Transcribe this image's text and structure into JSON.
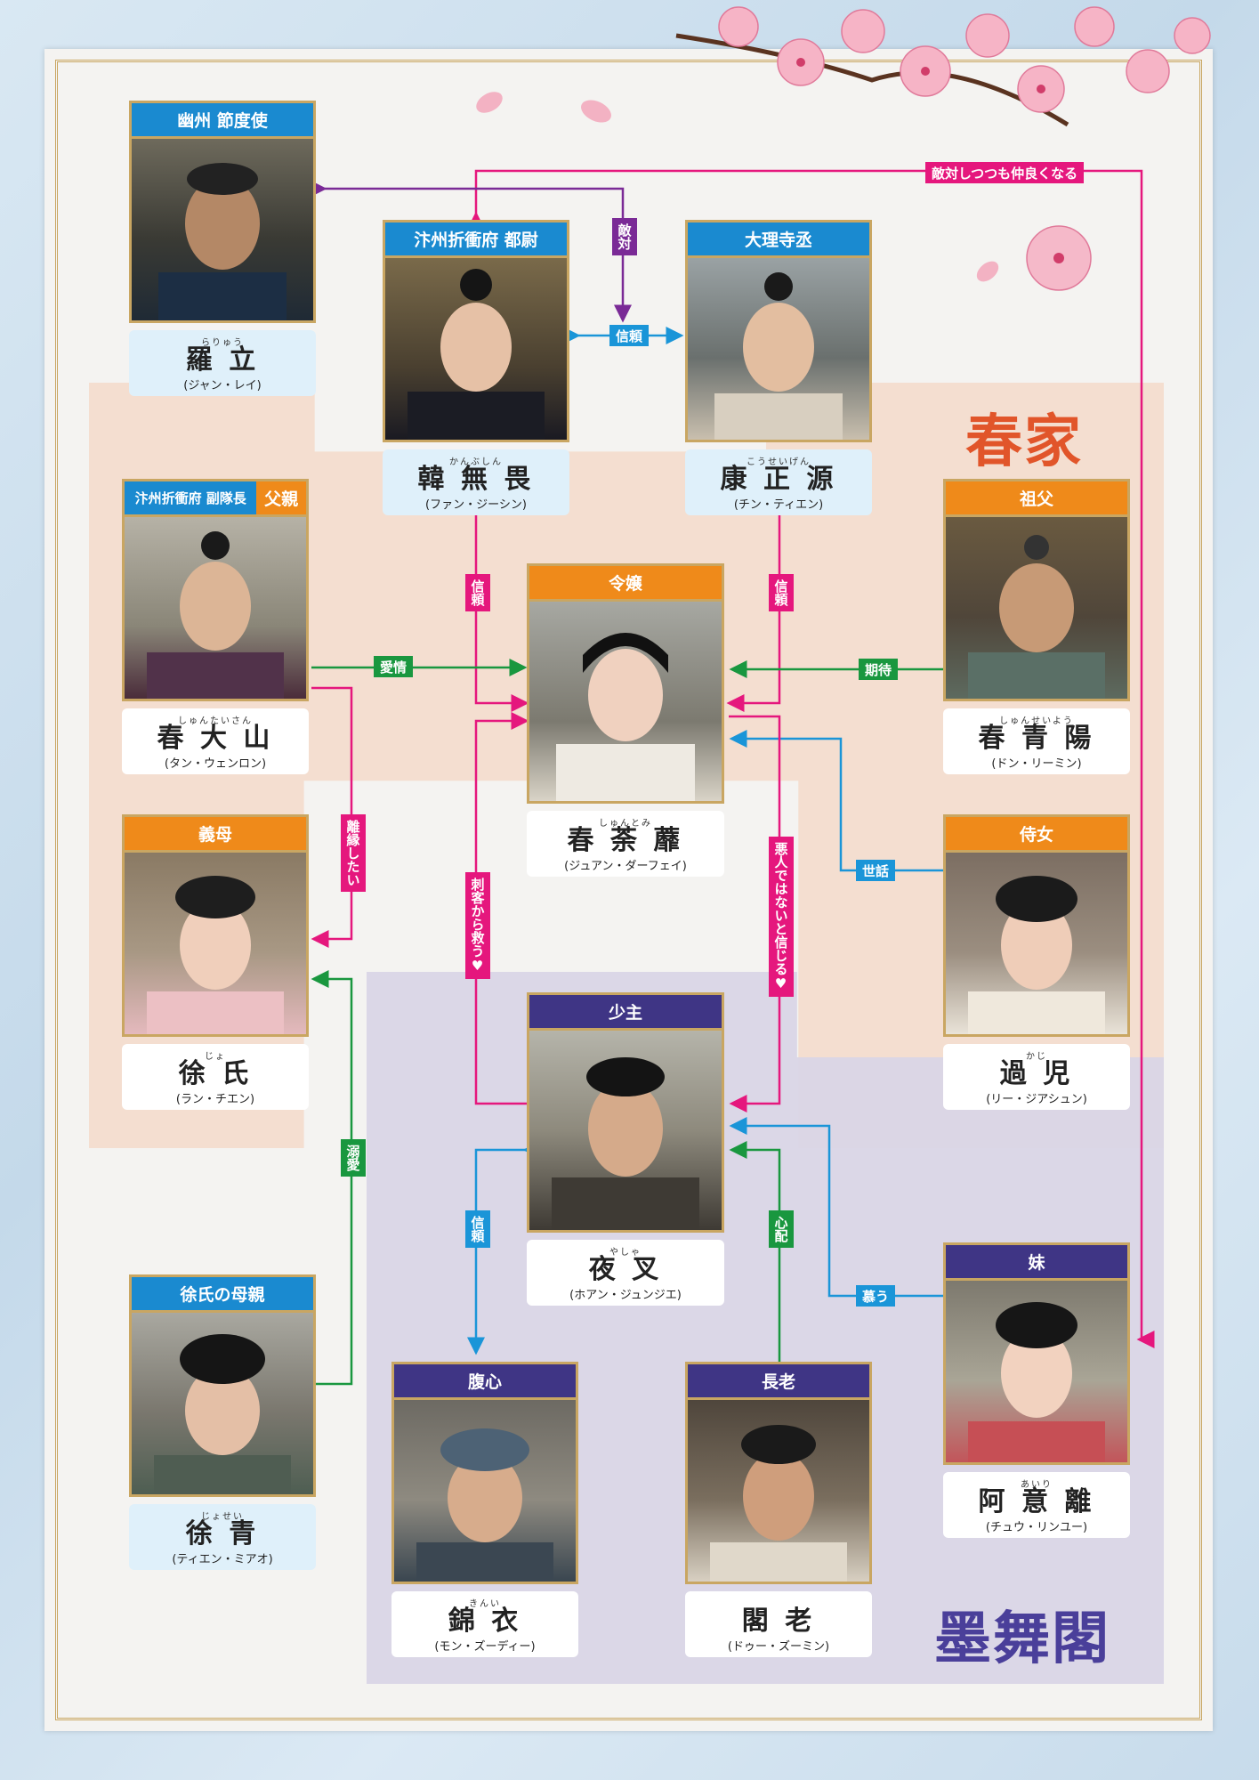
{
  "groups": {
    "haru": "春家",
    "sumi": "墨舞閣"
  },
  "colors": {
    "pink": "#e5177d",
    "green": "#19973f",
    "blue": "#1a95d8",
    "purple": "#7a2a96",
    "orange": "#ef8a1a",
    "navy": "#3f3585"
  },
  "characters": {
    "rakuritsu": {
      "role": "幽州 節度使",
      "ruby": "らりゅう",
      "name": "羅 立",
      "actor": "(ジャン・レイ)"
    },
    "kanbushin": {
      "role": "汴州折衝府 都尉",
      "ruby": "かんぶしん",
      "name": "韓 無 畏",
      "actor": "(ファン・ジーシン)"
    },
    "koseigen": {
      "role": "大理寺丞",
      "ruby": "こうせいげん",
      "name": "康 正 源",
      "actor": "(チン・ティエン)"
    },
    "shundaisan": {
      "role_a": "汴州折衝府 副隊長",
      "role_b": "父親",
      "ruby": "しゅんたいさん",
      "name": "春 大 山",
      "actor": "(タン・ウェンロン)"
    },
    "shuntomi": {
      "role": "令嬢",
      "ruby": "しゅんとみ",
      "name": "春 荼 蘼",
      "actor": "(ジュアン・ダーフェイ)"
    },
    "shunseiyo": {
      "role": "祖父",
      "ruby": "しゅんせいよう",
      "name": "春 青 陽",
      "actor": "(ドン・リーミン)"
    },
    "joshi": {
      "role": "義母",
      "ruby": "じょ",
      "name": "徐 氏",
      "actor": "(ラン・チエン)"
    },
    "kaji": {
      "role": "侍女",
      "ruby": "かじ",
      "name": "過 児",
      "actor": "(リー・ジアシュン)"
    },
    "yasha": {
      "role": "少主",
      "ruby": "やしゃ",
      "name": "夜 叉",
      "actor": "(ホアン・ジュンジエ)"
    },
    "josei": {
      "role": "徐氏の母親",
      "ruby": "じょせい",
      "name": "徐 青",
      "actor": "(ティエン・ミアオ)"
    },
    "airi": {
      "role": "妹",
      "ruby": "あいり",
      "name": "阿 意 離",
      "actor": "(チュウ・リンユー)"
    },
    "kinie": {
      "role": "腹心",
      "ruby": "きんい",
      "name": "錦 衣",
      "actor": "(モン・ズーディー)"
    },
    "kakuro": {
      "role": "長老",
      "ruby": "",
      "name": "閣 老",
      "actor": "(ドゥー・ズーミン)"
    }
  },
  "relations": {
    "tekitai_nakayoku": "敵対しつつも仲良くなる",
    "tekitai": "敵対",
    "shinrai_top": "信頼",
    "shinrai_left": "信頼",
    "shinrai_right": "信頼",
    "aijo": "愛情",
    "kitai": "期待",
    "rien": "離縁したい",
    "sewa": "世話",
    "shikaku": "刺客から救う♥",
    "akunin": "悪人ではないと信じる♥",
    "dekiai": "溺愛",
    "shinrai_kinie": "信頼",
    "shinpai": "心配",
    "shitau": "慕う"
  }
}
